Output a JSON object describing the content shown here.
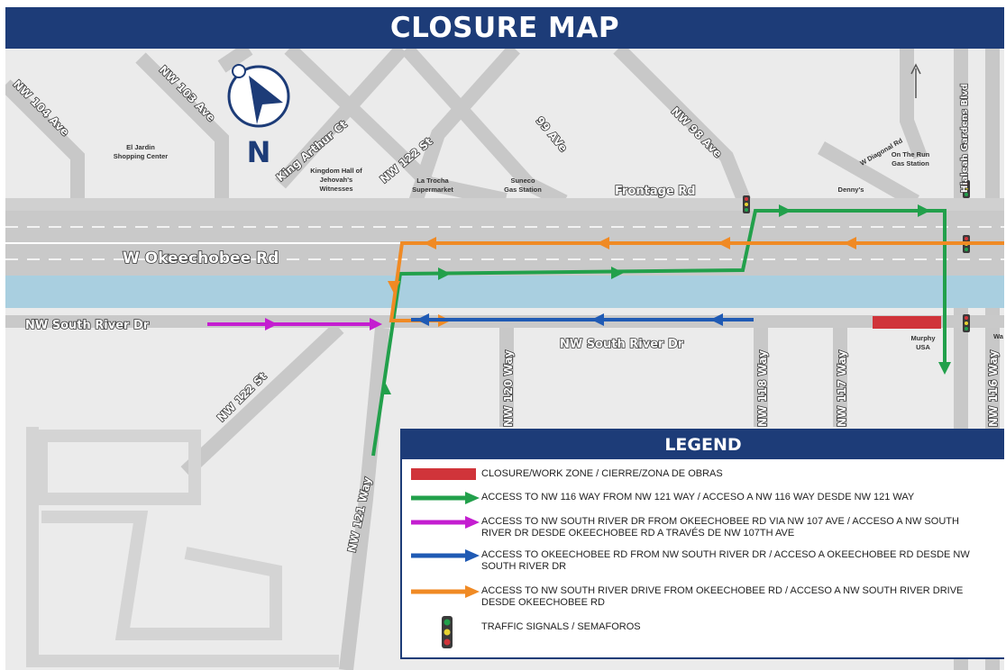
{
  "header": {
    "title": "CLOSURE MAP"
  },
  "compass": {
    "letter": "N"
  },
  "roads": {
    "okeechobee": "W Okeechobee Rd",
    "south_river_left": "NW South River Dr",
    "south_river_center": "NW South River Dr",
    "frontage": "Frontage Rd",
    "nw104": "NW 104 Ave",
    "nw103": "NW 103 Ave",
    "king_arthur": "King Arthur Ct",
    "nw122_top": "NW 122 St",
    "ave99": "99 AVe",
    "nw98": "NW 98 Ave",
    "nw122_bottom": "NW 122 St",
    "nw121way": "NW 121 Way",
    "nw120way": "NW 120 Way",
    "nw118way": "NW 118 Way",
    "nw117way": "NW 117 Way",
    "nw116way": "NW 116 Way",
    "hialeah": "Hialeah Gardens Blvd",
    "w_diag": "W Diagonal Rd"
  },
  "places": {
    "el_jardin_1": "El Jardin",
    "el_jardin_2": "Shopping Center",
    "kingdom_1": "Kingdom Hall of",
    "kingdom_2": "Jehovah's",
    "kingdom_3": "Witnesses",
    "la_trocha_1": "La Trocha",
    "la_trocha_2": "Supermarket",
    "suneco_1": "Suneco",
    "suneco_2": "Gas Station",
    "dennys": "Denny's",
    "ontherun_1": "On The Run",
    "ontherun_2": "Gas Station",
    "murphy_1": "Murphy",
    "murphy_2": "USA",
    "wa": "Wa"
  },
  "legend": {
    "title": "LEGEND",
    "items": [
      {
        "type": "closure",
        "color": "#d0343a",
        "text": "CLOSURE/WORK ZONE / CIERRE/ZONA DE OBRAS"
      },
      {
        "type": "arrow",
        "color": "#22a04b",
        "text": "ACCESS TO NW 116 WAY FROM NW 121 WAY / ACCESO A NW 116 WAY DESDE NW 121 WAY"
      },
      {
        "type": "arrow",
        "color": "#c41ed0",
        "text": "ACCESS TO NW SOUTH RIVER DR FROM OKEECHOBEE RD VIA NW 107 AVE / ACCESO A NW SOUTH RIVER DR DESDE OKEECHOBEE RD A TRAVÉS DE NW 107TH AVE"
      },
      {
        "type": "arrow",
        "color": "#1f5ab4",
        "text": "ACCESS TO OKEECHOBEE RD FROM NW SOUTH RIVER DR / ACCESO A OKEECHOBEE RD DESDE NW SOUTH RIVER DR"
      },
      {
        "type": "arrow",
        "color": "#f08a24",
        "text": "ACCESS TO NW SOUTH RIVER DRIVE FROM OKEECHOBEE RD / ACCESO A NW SOUTH RIVER DRIVE DESDE OKEECHOBEE RD"
      },
      {
        "type": "signal",
        "color": "#3a3a3a",
        "text": "TRAFFIC SIGNALS / SEMAFOROS"
      }
    ]
  },
  "colors": {
    "header": "#1d3c78",
    "closure": "#d0343a",
    "green_route": "#22a04b",
    "magenta_route": "#c41ed0",
    "blue_route": "#1f5ab4",
    "orange_route": "#f08a24",
    "canal": "#a9cfe0"
  }
}
